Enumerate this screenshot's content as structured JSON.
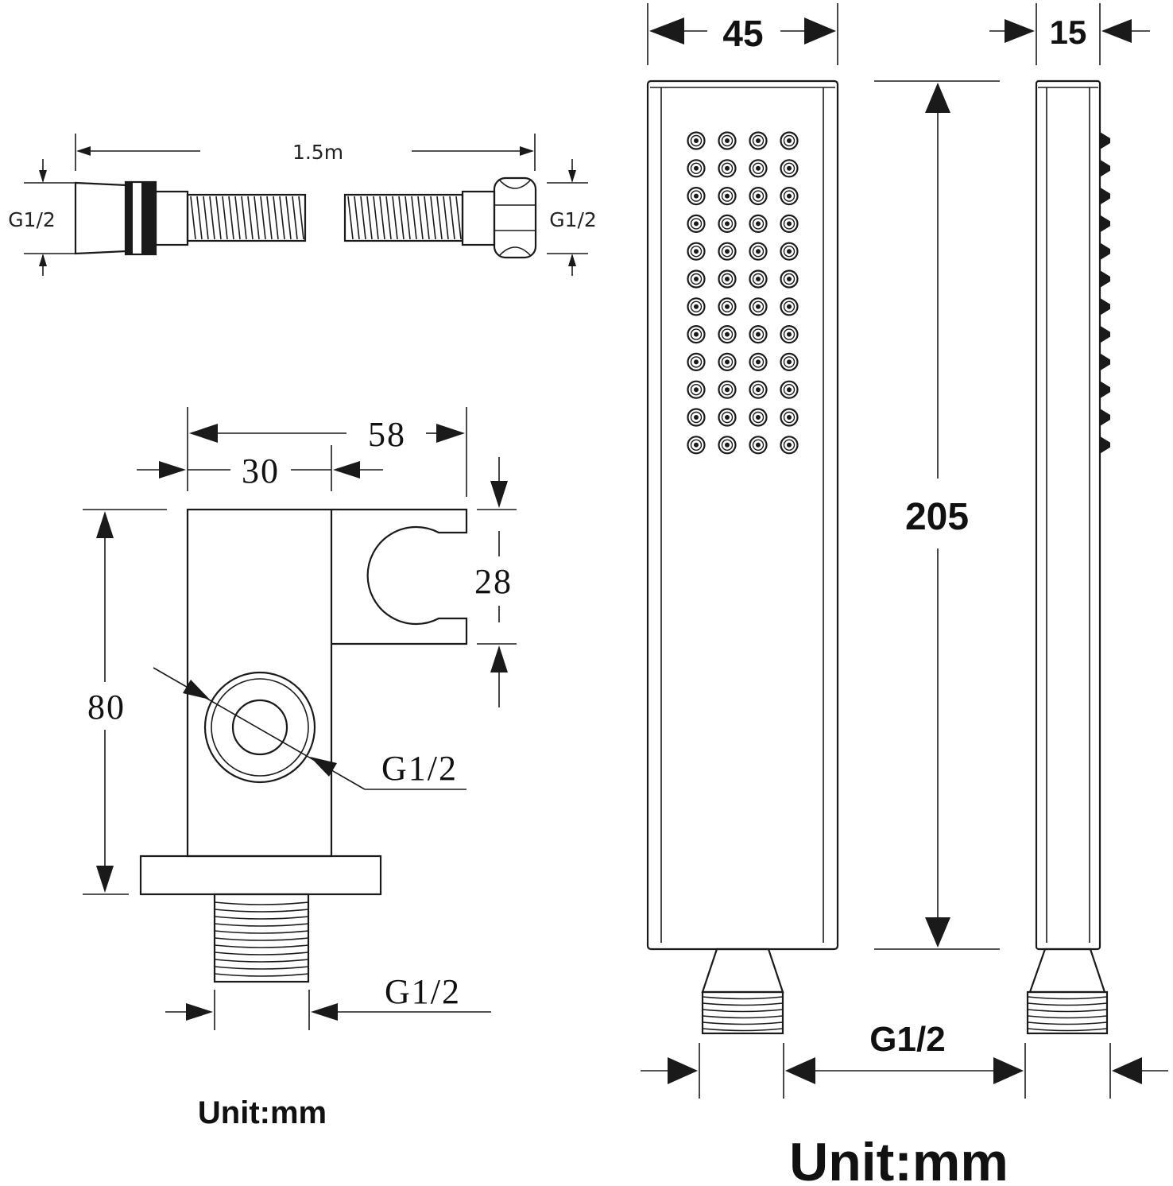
{
  "hose": {
    "length_label": "1.5m",
    "left_thread_label": "G1/2",
    "right_thread_label": "G1/2"
  },
  "bracket": {
    "total_width_label": "58",
    "body_width_label": "30",
    "holder_height_label": "28",
    "height_label": "80",
    "inlet_label": "G1/2",
    "outlet_label": "G1/2",
    "unit_label": "Unit:mm"
  },
  "handset": {
    "width_label": "45",
    "depth_label": "15",
    "length_label": "205",
    "thread_label": "G1/2",
    "unit_label": "Unit:mm",
    "nozzle_rows": 12,
    "nozzle_cols": 4
  }
}
